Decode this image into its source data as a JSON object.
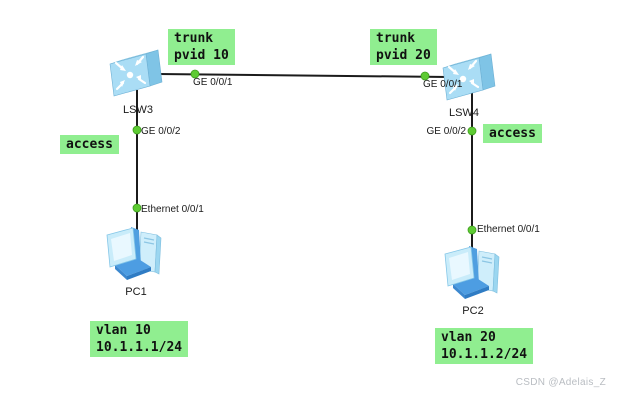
{
  "colors": {
    "annotation_bg": "#90ee90",
    "annotation_text": "#111111",
    "link_color": "#1b1b1b",
    "port_dot": "#5ecb33",
    "port_dot_border": "#3f9e1f",
    "label_text": "#1a1a1a",
    "watermark_text": "#b9bdc2",
    "switch_body": "#aaddf5",
    "pc_body": "#c9ecfa"
  },
  "devices": {
    "lsw3": {
      "label": "LSW3",
      "type": "switch"
    },
    "lsw4": {
      "label": "LSW4",
      "type": "switch"
    },
    "pc1": {
      "label": "PC1",
      "type": "pc"
    },
    "pc2": {
      "label": "PC2",
      "type": "pc"
    }
  },
  "ports": {
    "lsw3_trunk": "GE 0/0/1",
    "lsw4_trunk": "GE 0/0/1",
    "lsw3_access": "GE 0/0/2",
    "lsw4_access": "GE 0/0/2",
    "pc1_nic": "Ethernet 0/0/1",
    "pc2_nic": "Ethernet 0/0/1"
  },
  "links": [
    {
      "from": "LSW3 GE 0/0/1",
      "to": "LSW4 GE 0/0/1"
    },
    {
      "from": "LSW3 GE 0/0/2",
      "to": "PC1 Ethernet 0/0/1"
    },
    {
      "from": "LSW4 GE 0/0/2",
      "to": "PC2 Ethernet 0/0/1"
    }
  ],
  "annotations": {
    "trunk_left": {
      "line1": "trunk",
      "line2": "pvid 10"
    },
    "trunk_right": {
      "line1": "trunk",
      "line2": "pvid 20"
    },
    "access_left": {
      "line1": "access"
    },
    "access_right": {
      "line1": "access"
    },
    "vlan_pc1": {
      "line1": "vlan 10",
      "line2": "10.1.1.1/24"
    },
    "vlan_pc2": {
      "line1": "vlan 20",
      "line2": "10.1.1.2/24"
    }
  },
  "watermark": "CSDN @Adelais_Z"
}
